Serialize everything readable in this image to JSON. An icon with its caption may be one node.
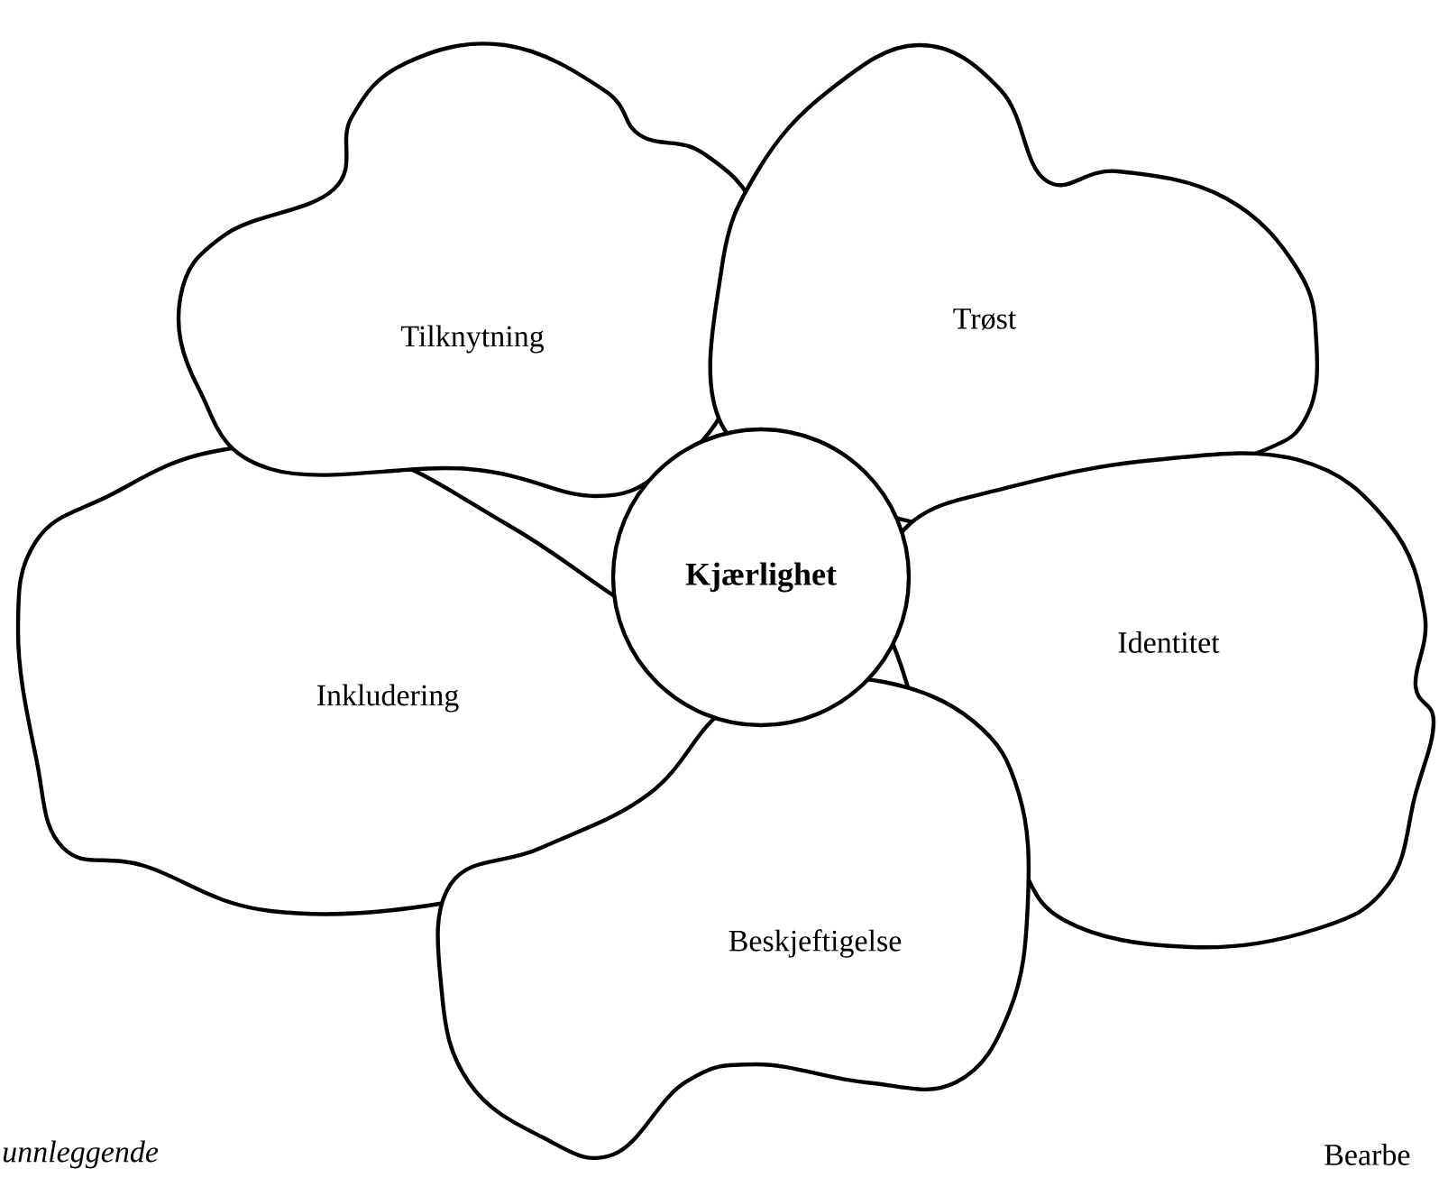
{
  "diagram": {
    "nodes": [
      {
        "text": [
          "Inkludering"
        ]
      },
      {
        "text": [
          "Tilknytning"
        ]
      },
      {
        "text": [
          "Trøst"
        ]
      },
      {
        "text": [
          "Identitet"
        ]
      },
      {
        "text": [
          "Beskjeftigelse"
        ]
      },
      {
        "text": [
          "Kjærlighet"
        ]
      }
    ],
    "labels": [
      "unnleggende",
      "Bearbe"
    ]
  }
}
